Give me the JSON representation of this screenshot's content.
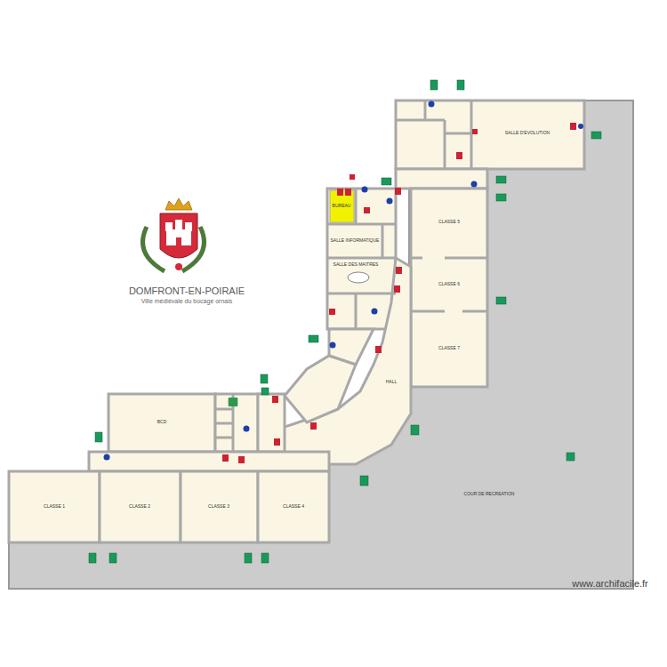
{
  "diagram": {
    "title": "DOMFRONT-EN-POIRAIE",
    "nodes": [
      {
        "text": [
          "SALLE D'EVOLUTION"
        ]
      },
      {
        "text": [
          "CLASSE 5"
        ]
      },
      {
        "text": [
          "CLASSE 6"
        ]
      },
      {
        "text": [
          "CLASSE 7"
        ]
      },
      {
        "text": [
          "BUREAU"
        ]
      },
      {
        "text": [
          "SALLE INFORMATIQUE"
        ]
      },
      {
        "text": [
          "SALLE DES MAITRES"
        ]
      },
      {
        "text": [
          "HALL"
        ]
      },
      {
        "text": [
          "BCD"
        ]
      },
      {
        "text": [
          "CLASSE 1"
        ]
      },
      {
        "text": [
          "CLASSE 2"
        ]
      },
      {
        "text": [
          "CLASSE 3"
        ]
      },
      {
        "text": [
          "CLASSE 4"
        ]
      }
    ],
    "labels": [
      "Ville médiévale du bocage ornais",
      "COUR DE RECREATION",
      "www.archifacile.fr"
    ]
  }
}
